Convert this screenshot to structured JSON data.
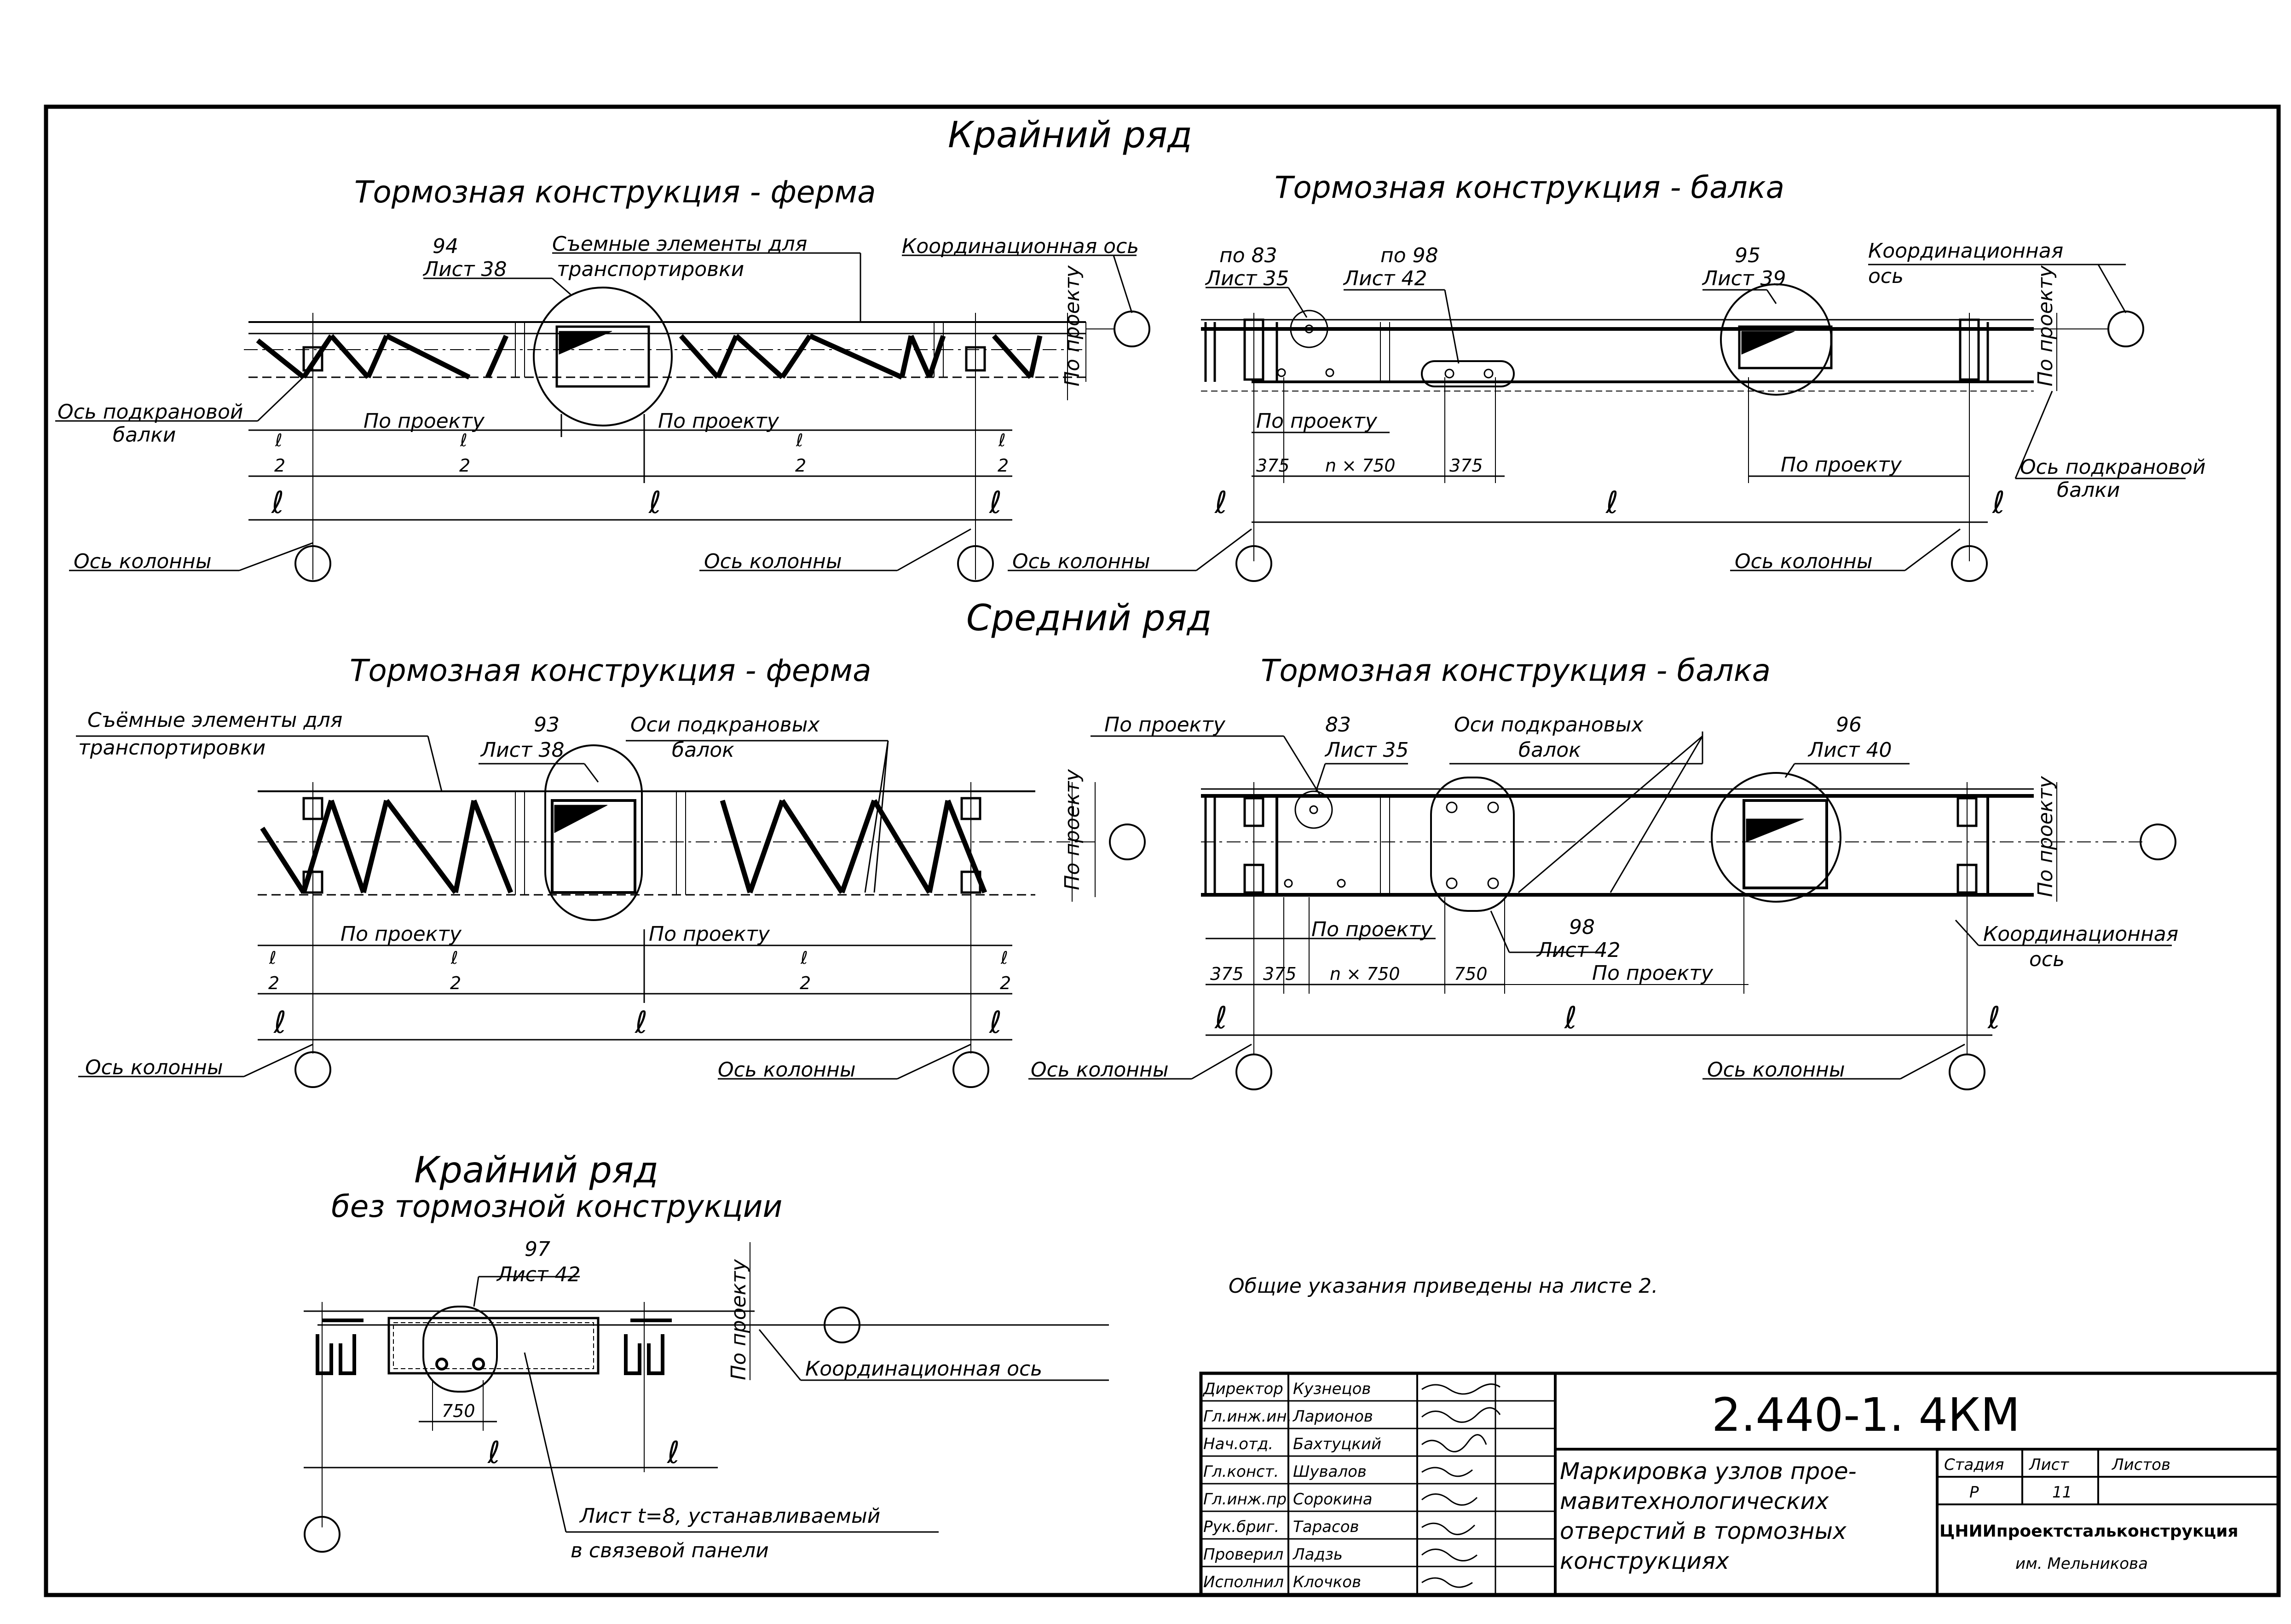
{
  "outer_row": {
    "title": "Крайний ряд",
    "truss": {
      "title": "Тормозная конструкция - ферма",
      "node_ref": "94",
      "node_sheet": "Лист 38",
      "removable": "Съемные элементы для",
      "removable2": "транспортировки",
      "coord_axis": "Координационная ось",
      "crane_axis": "Ось подкрановой",
      "crane_axis2": "балки",
      "by_project": "По проекту",
      "col_axis": "Ось колонны",
      "col_axis2": "Ось колонны"
    },
    "beam": {
      "title": "Тормозная конструкция - балка",
      "ref1": "по 83",
      "ref1_sheet": "Лист 35",
      "ref2": "по 98",
      "ref2_sheet": "Лист 42",
      "ref3": "95",
      "ref3_sheet": "Лист 39",
      "coord_axis": "Координационная",
      "coord_axis2": "ось",
      "by_project": "По проекту",
      "by_project2": "По проекту",
      "crane_axis": "Ось подкрановой",
      "crane_axis2": "балки",
      "col_axis": "Ось колонны",
      "col_axis2": "Ось колонны"
    }
  },
  "middle_row": {
    "title": "Средний ряд",
    "truss": {
      "title": "Тормозная конструкция - ферма",
      "removable": "Съёмные элементы для",
      "removable2": "транспортировки",
      "node_ref": "93",
      "node_sheet": "Лист 38",
      "crane_axes": "Оси подкрановых",
      "crane_axes2": "балок",
      "by_project": "По проекту",
      "col_axis": "Ось колонны",
      "col_axis2": "Ось колонны"
    },
    "beam": {
      "title": "Тормозная конструкция - балка",
      "by_project": "По проекту",
      "ref1": "83",
      "ref1_sheet": "Лист 35",
      "crane_axes": "Оси подкрановых",
      "crane_axes2": "балок",
      "ref2": "96",
      "ref2_sheet": "Лист 40",
      "ref3": "98",
      "ref3_sheet": "Лист 42",
      "by_project2": "По проекту",
      "by_project3": "По проекту",
      "coord_axis": "Координационная",
      "coord_axis2": "ось",
      "col_axis": "Ось колонны",
      "col_axis2": "Ось колонны"
    }
  },
  "no_brake": {
    "title": "Крайний ряд",
    "subtitle": "без тормозной конструкции",
    "ref": "97",
    "ref_sheet": "Лист 42",
    "by_project": "По проекту",
    "coord_axis": "Координационная ось",
    "plate_note": "Лист t=8, устанавливаемый",
    "plate_note2": "в связевой панели",
    "dim750": "750"
  },
  "dims": {
    "l": "ℓ",
    "half_num": "ℓ",
    "half_den": "2",
    "d375": "375",
    "n750": "n × 750",
    "d750": "750"
  },
  "general_note": "Общие указания приведены на листе 2.",
  "title_block": {
    "doc_code": "2.440-1.   4КМ",
    "roles": [
      "Директор",
      "Гл.инж.ин.",
      "Нач.отд.",
      "Гл.конст.",
      "Гл.инж.пр.",
      "Рук.бриг.",
      "Проверил",
      "Исполнил"
    ],
    "names": [
      "Кузнецов",
      "Ларионов",
      "Бахтуцкий",
      "Шувалов",
      "Сорокина",
      "Тарасов",
      "Ладзь",
      "Клочков"
    ],
    "drawing_title_1": "Маркировка узлов прое-",
    "drawing_title_2": "мавитехнологических",
    "drawing_title_3": "отверстий в тормозных",
    "drawing_title_4": "конструкциях",
    "stage_label": "Стадия",
    "sheet_label": "Лист",
    "sheets_label": "Листов",
    "stage_value": "Р",
    "sheet_value": "11",
    "org_1": "ЦНИИпроектстальконструкция",
    "org_2": "им. Мельникова"
  }
}
